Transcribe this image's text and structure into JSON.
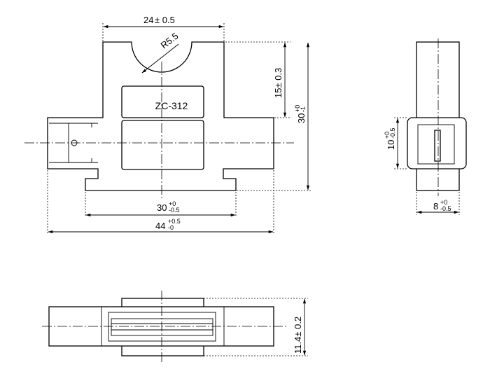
{
  "part_label": "ZC-312",
  "dimensions": {
    "top_width": {
      "main": "24",
      "tol": "± 0.5"
    },
    "radius": "R5.5",
    "slot_height": {
      "main": "15",
      "tol": "± 0.3"
    },
    "total_height": {
      "main": "30",
      "tol_upper": "+0",
      "tol_lower": "-1"
    },
    "bottom_width": {
      "main": "30",
      "tol_upper": "+0",
      "tol_lower": "-0.5"
    },
    "total_width": {
      "main": "44",
      "tol_upper": "+0.5",
      "tol_lower": "-0"
    },
    "side_height": {
      "main": "10",
      "tol_upper": "+0",
      "tol_lower": "-0.5"
    },
    "side_width": {
      "main": "8",
      "tol_upper": "+0",
      "tol_lower": "-0.5"
    },
    "bottom_view_height": {
      "main": "11.4",
      "tol": "± 0.2"
    }
  }
}
